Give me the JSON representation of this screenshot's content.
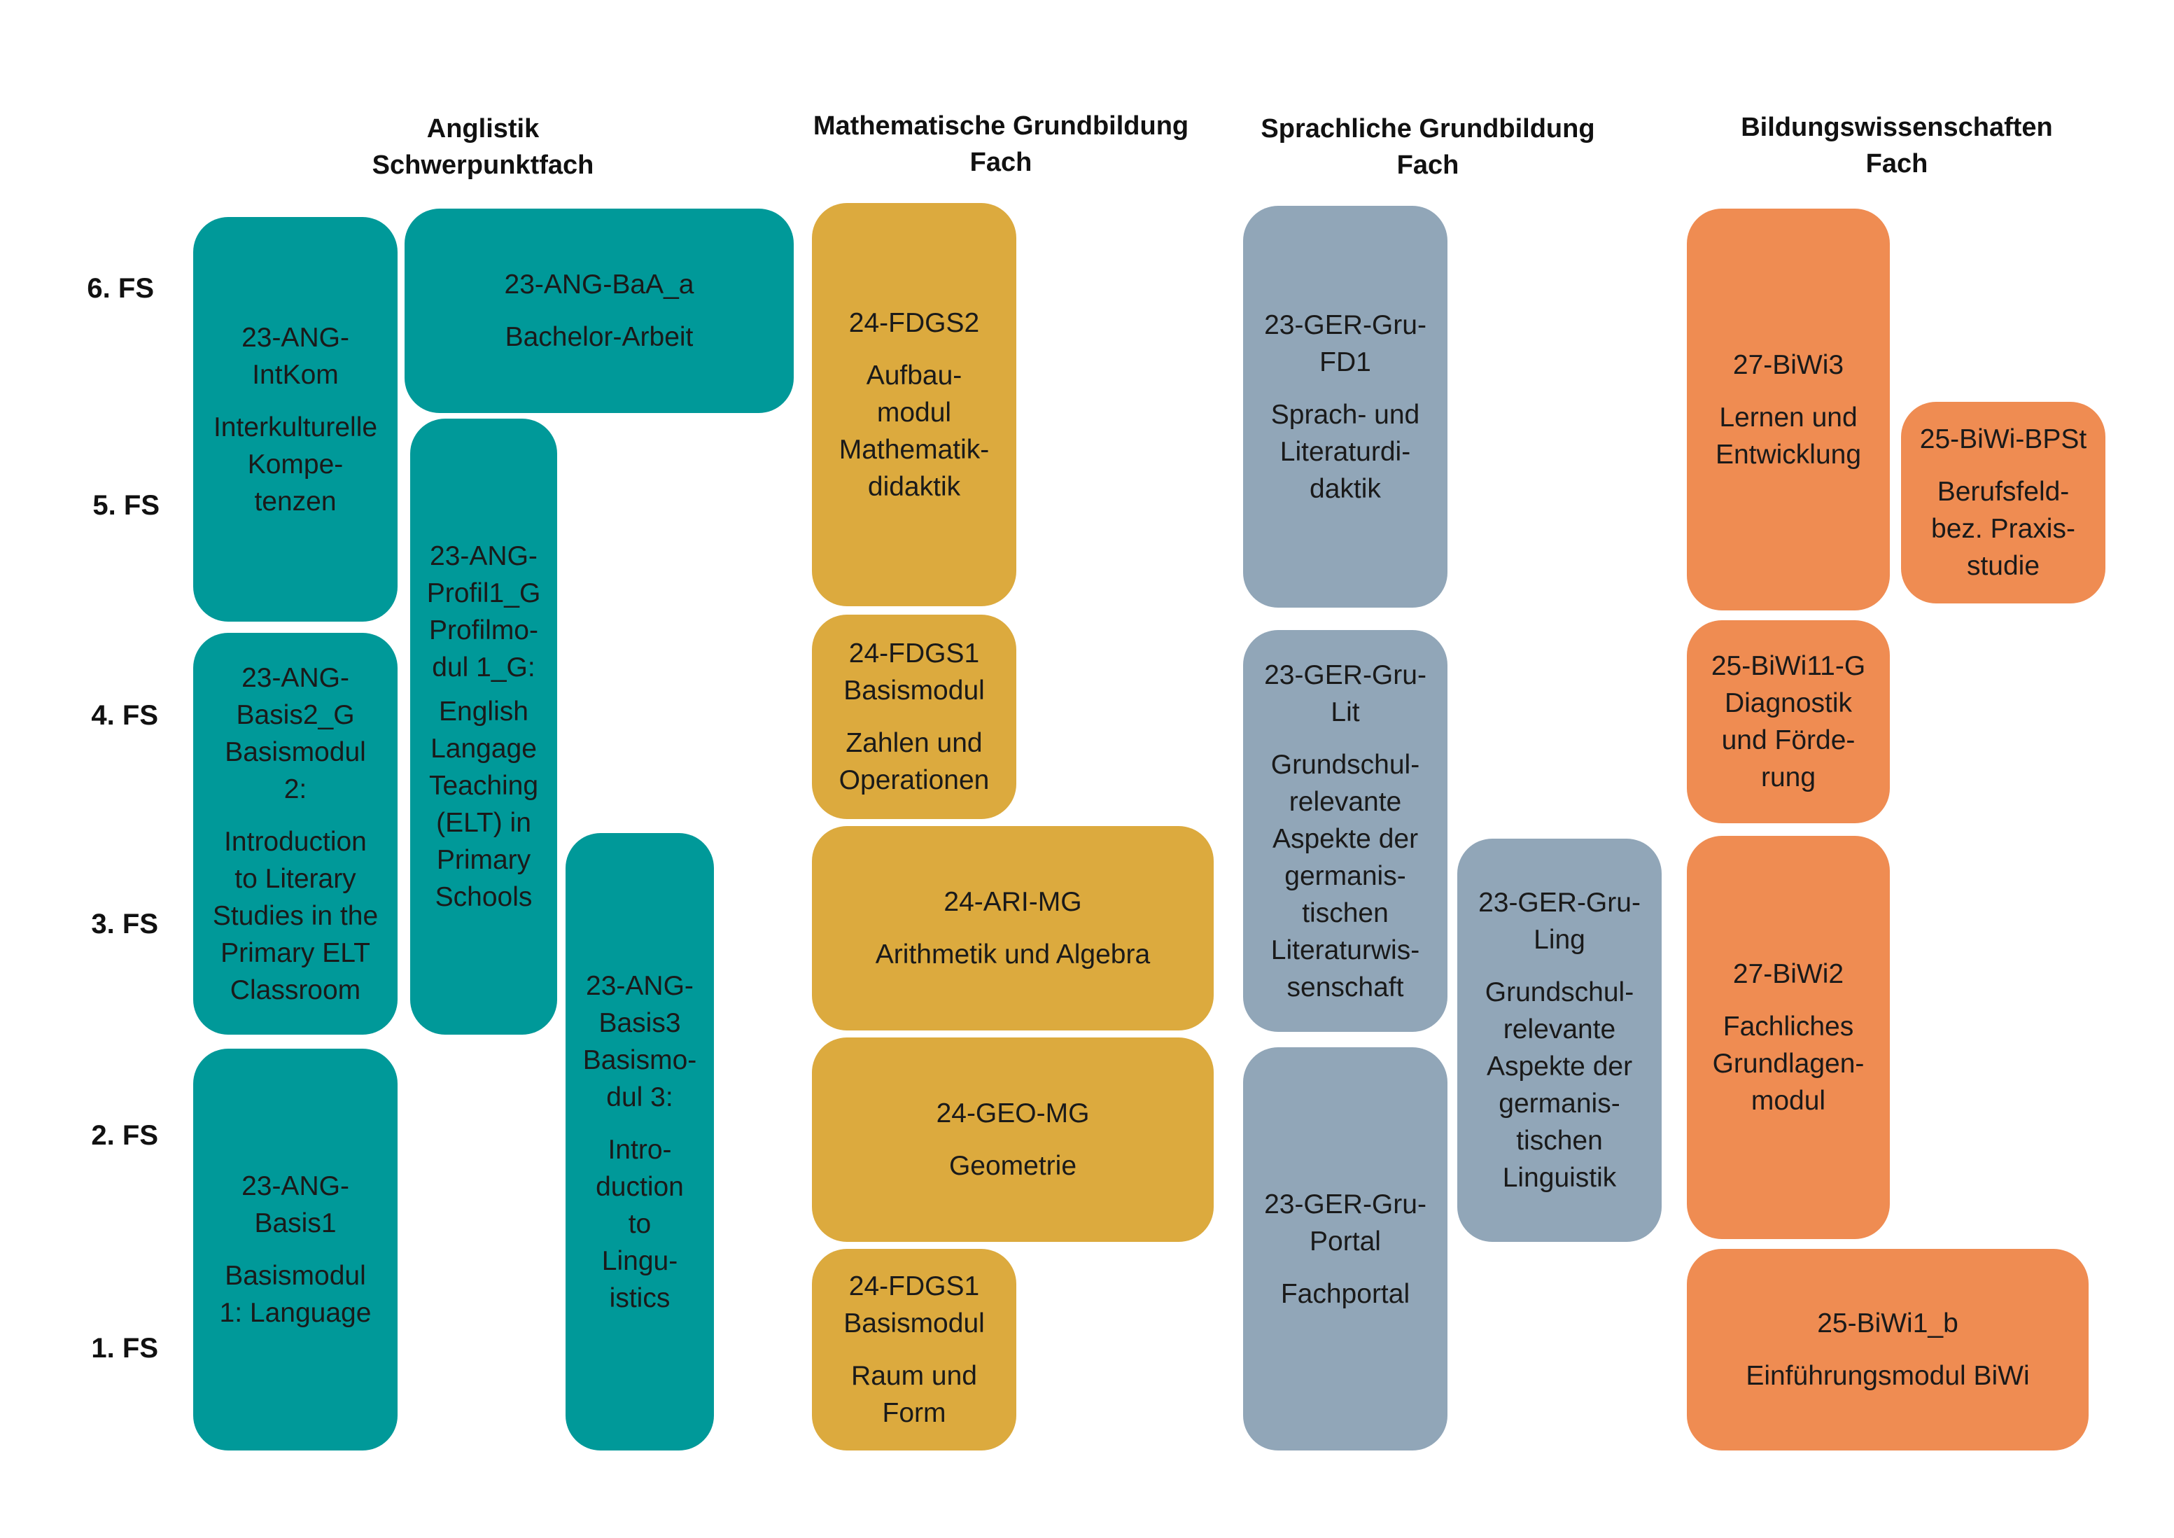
{
  "colors": {
    "anglistik": "#009999",
    "mathe": "#dcaa3e",
    "sprache": "#91a6b8",
    "biwi": "#ef8c52"
  },
  "columns": [
    {
      "line1": "Anglistik",
      "line2": "Schwerpunktfach"
    },
    {
      "line1": "Mathematische Grundbildung",
      "line2": "Fach"
    },
    {
      "line1": "Sprachliche Grundbildung",
      "line2": "Fach"
    },
    {
      "line1": "Bildungswissenschaften",
      "line2": "Fach"
    }
  ],
  "semesters": [
    "6. FS",
    "5. FS",
    "4. FS",
    "3. FS",
    "2. FS",
    "1. FS"
  ],
  "modules": {
    "ang_intkom": {
      "code": "23-ANG-\nIntKom",
      "name": "Interkulturelle\nKompe-\ntenzen"
    },
    "ang_baa": {
      "code": "23-ANG-BaA_a",
      "name": "Bachelor-Arbeit"
    },
    "ang_profil": {
      "code": "23-ANG-\nProfil1_G\nProfilmo-\ndul 1_G:",
      "name": "English\nLangage\nTeaching\n(ELT) in\nPrimary\nSchools"
    },
    "ang_basis2": {
      "code": "23-ANG-\nBasis2_G\nBasismodul\n2:",
      "name": "Introduction\nto Literary\nStudies in the\nPrimary ELT\nClassroom"
    },
    "ang_basis3": {
      "code": "23-ANG-\nBasis3\nBasismo-\ndul 3:",
      "name": "Intro-\nduction\nto\nLingu-\nistics"
    },
    "ang_basis1": {
      "code": "23-ANG-\nBasis1",
      "name": "Basismodul\n1: Language"
    },
    "fdgs2": {
      "code": "24-FDGS2",
      "name": "Aufbau-\nmodul\nMathematik-\ndidaktik"
    },
    "fdgs1_zahlen": {
      "code": "24-FDGS1\nBasismodul",
      "name": "Zahlen und\nOperationen"
    },
    "ari": {
      "code": "24-ARI-MG",
      "name": "Arithmetik und Algebra"
    },
    "geo": {
      "code": "24-GEO-MG",
      "name": "Geometrie"
    },
    "fdgs1_raum": {
      "code": "24-FDGS1\nBasismodul",
      "name": "Raum und\nForm"
    },
    "ger_fd1": {
      "code": "23-GER-Gru-\nFD1",
      "name": "Sprach- und\nLiteraturdi-\ndaktik"
    },
    "ger_lit": {
      "code": "23-GER-Gru-\nLit",
      "name": "Grundschul-\nrelevante\nAspekte der\ngermanis-\ntischen\nLiteraturwis-\nsenschaft"
    },
    "ger_ling": {
      "code": "23-GER-Gru-\nLing",
      "name": "Grundschul-\nrelevante\nAspekte der\ngermanis-\ntischen\nLinguistik"
    },
    "ger_portal": {
      "code": "23-GER-Gru-\nPortal",
      "name": "Fachportal"
    },
    "biwi3": {
      "code": "27-BiWi3",
      "name": "Lernen und\nEntwicklung"
    },
    "biwi_bpst": {
      "code": "25-BiWi-BPSt",
      "name": "Berufsfeld-\nbez. Praxis-\nstudie"
    },
    "biwi11": {
      "code": "25-BiWi11-G\nDiagnostik\nund Förde-\nrung",
      "name": ""
    },
    "biwi2": {
      "code": "27-BiWi2",
      "name": "Fachliches\nGrundlagen-\nmodul"
    },
    "biwi1": {
      "code": "25-BiWi1_b",
      "name": "Einführungsmodul BiWi"
    }
  }
}
